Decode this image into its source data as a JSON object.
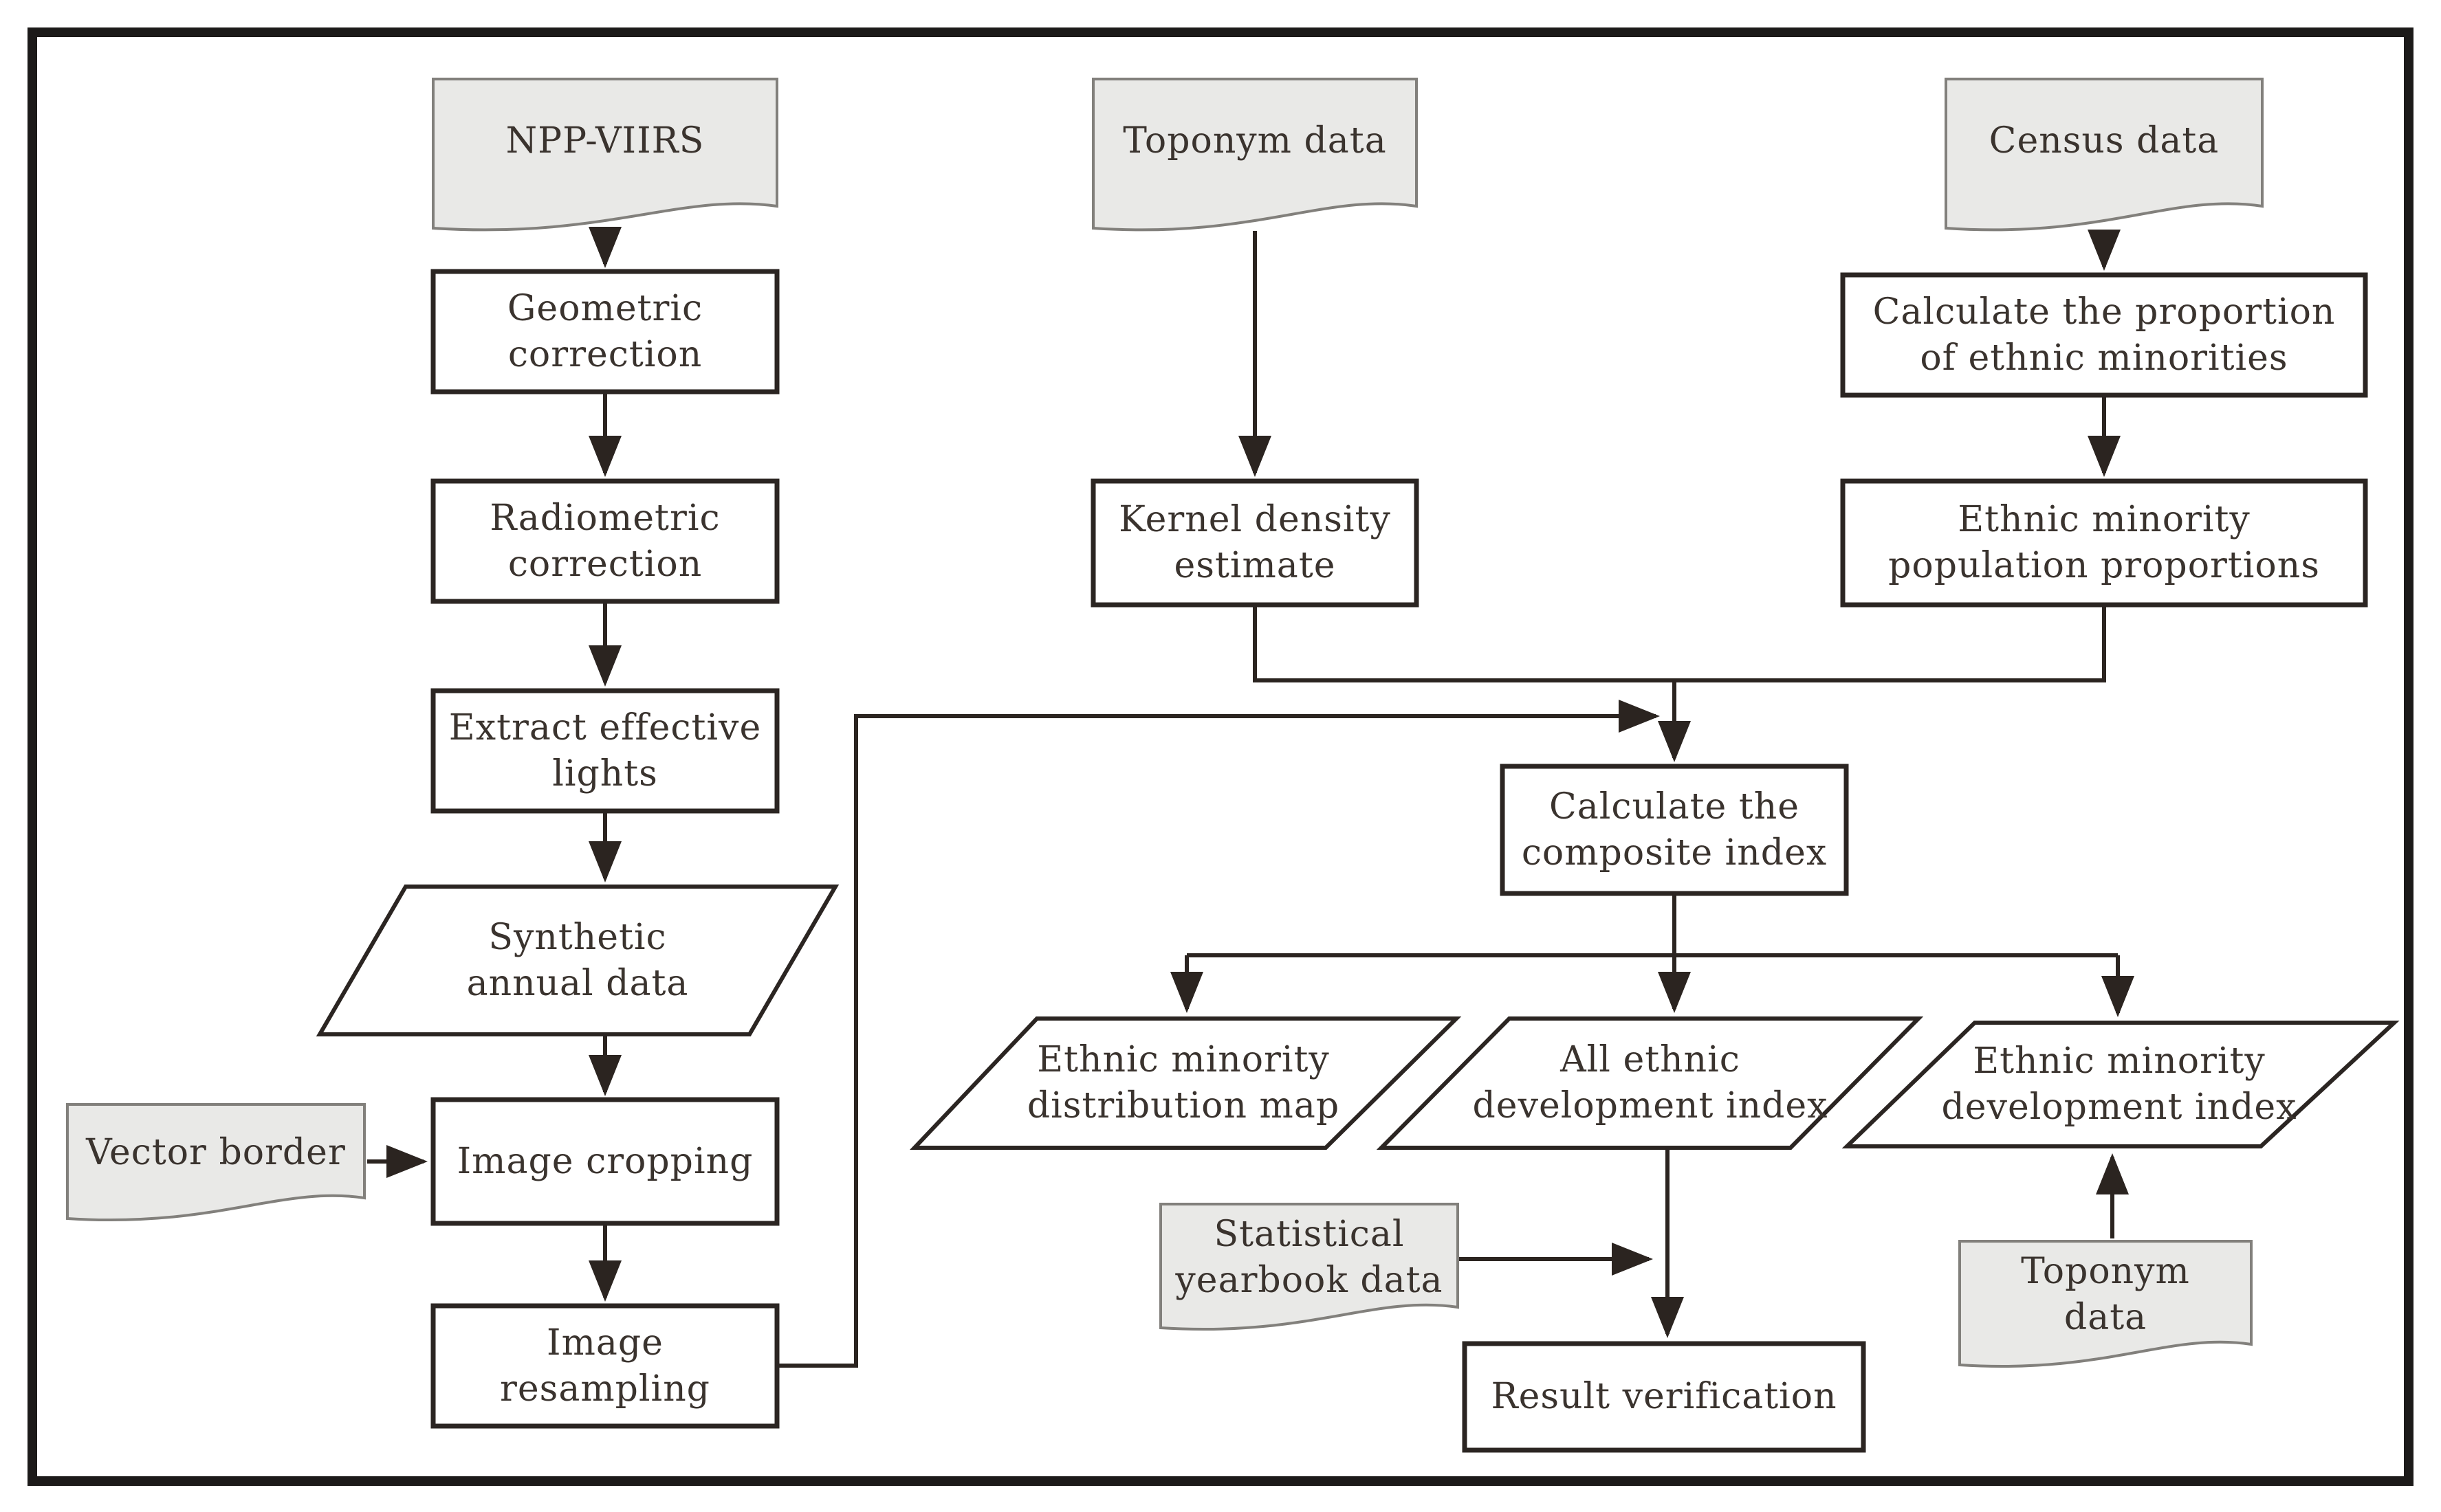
{
  "figure": {
    "type": "flowchart",
    "title": "NPP-VIIRS nighttime light data processing and ethnic development index workflow"
  },
  "colors": {
    "background": "#ffffff",
    "frame": "#1c1a19",
    "process_fill": "#ffffff",
    "process_stroke": "#2b2522",
    "document_fill": "#e9e9e7",
    "document_stroke": "#82807c",
    "connector": "#2b2420",
    "text": "#3a332e"
  },
  "nodes": {
    "npp_viirs": {
      "shape": "document",
      "lines": [
        "NPP-VIIRS"
      ]
    },
    "geometric_correction": {
      "shape": "process",
      "lines": [
        "Geometric",
        "correction"
      ]
    },
    "radiometric_correction": {
      "shape": "process",
      "lines": [
        "Radiometric",
        "correction"
      ]
    },
    "extract_effective_lights": {
      "shape": "process",
      "lines": [
        "Extract effective",
        "lights"
      ]
    },
    "synthetic_annual_data": {
      "shape": "data",
      "lines": [
        "Synthetic",
        "annual data"
      ]
    },
    "vector_border": {
      "shape": "document",
      "lines": [
        "Vector border"
      ]
    },
    "image_cropping": {
      "shape": "process",
      "lines": [
        "Image cropping"
      ]
    },
    "image_resampling": {
      "shape": "process",
      "lines": [
        "Image",
        "resampling"
      ]
    },
    "toponym_data_top": {
      "shape": "document",
      "lines": [
        "Toponym data"
      ]
    },
    "kernel_density_estimate": {
      "shape": "process",
      "lines": [
        "Kernel density",
        "estimate"
      ]
    },
    "census_data": {
      "shape": "document",
      "lines": [
        "Census data"
      ]
    },
    "calculate_proportion": {
      "shape": "process",
      "lines": [
        "Calculate the proportion",
        "of ethnic minorities"
      ]
    },
    "population_proportions": {
      "shape": "process",
      "lines": [
        "Ethnic minority",
        "population proportions"
      ]
    },
    "calculate_composite_index": {
      "shape": "process",
      "lines": [
        "Calculate the",
        "composite index"
      ]
    },
    "distribution_map": {
      "shape": "data",
      "lines": [
        "Ethnic minority",
        "distribution map"
      ]
    },
    "all_ethnic_development_index": {
      "shape": "data",
      "lines": [
        "All ethnic",
        "development index"
      ]
    },
    "ethnic_minority_development_index": {
      "shape": "data",
      "lines": [
        "Ethnic minority",
        "development index"
      ]
    },
    "statistical_yearbook": {
      "shape": "document",
      "lines": [
        "Statistical",
        "yearbook data"
      ]
    },
    "result_verification": {
      "shape": "process",
      "lines": [
        "Result verification"
      ]
    },
    "toponym_data_bottom": {
      "shape": "document",
      "lines": [
        "Toponym",
        "data"
      ]
    }
  },
  "edges": [
    {
      "from": "npp_viirs",
      "to": "geometric_correction"
    },
    {
      "from": "geometric_correction",
      "to": "radiometric_correction"
    },
    {
      "from": "radiometric_correction",
      "to": "extract_effective_lights"
    },
    {
      "from": "extract_effective_lights",
      "to": "synthetic_annual_data"
    },
    {
      "from": "synthetic_annual_data",
      "to": "image_cropping"
    },
    {
      "from": "vector_border",
      "to": "image_cropping"
    },
    {
      "from": "image_cropping",
      "to": "image_resampling"
    },
    {
      "from": "image_resampling",
      "to": "calculate_composite_index"
    },
    {
      "from": "toponym_data_top",
      "to": "kernel_density_estimate"
    },
    {
      "from": "census_data",
      "to": "calculate_proportion"
    },
    {
      "from": "calculate_proportion",
      "to": "population_proportions"
    },
    {
      "from": "kernel_density_estimate",
      "to": "calculate_composite_index"
    },
    {
      "from": "population_proportions",
      "to": "calculate_composite_index"
    },
    {
      "from": "calculate_composite_index",
      "to": "distribution_map"
    },
    {
      "from": "calculate_composite_index",
      "to": "all_ethnic_development_index"
    },
    {
      "from": "calculate_composite_index",
      "to": "ethnic_minority_development_index"
    },
    {
      "from": "all_ethnic_development_index",
      "to": "result_verification"
    },
    {
      "from": "statistical_yearbook",
      "to": "result_verification"
    },
    {
      "from": "toponym_data_bottom",
      "to": "ethnic_minority_development_index"
    }
  ]
}
